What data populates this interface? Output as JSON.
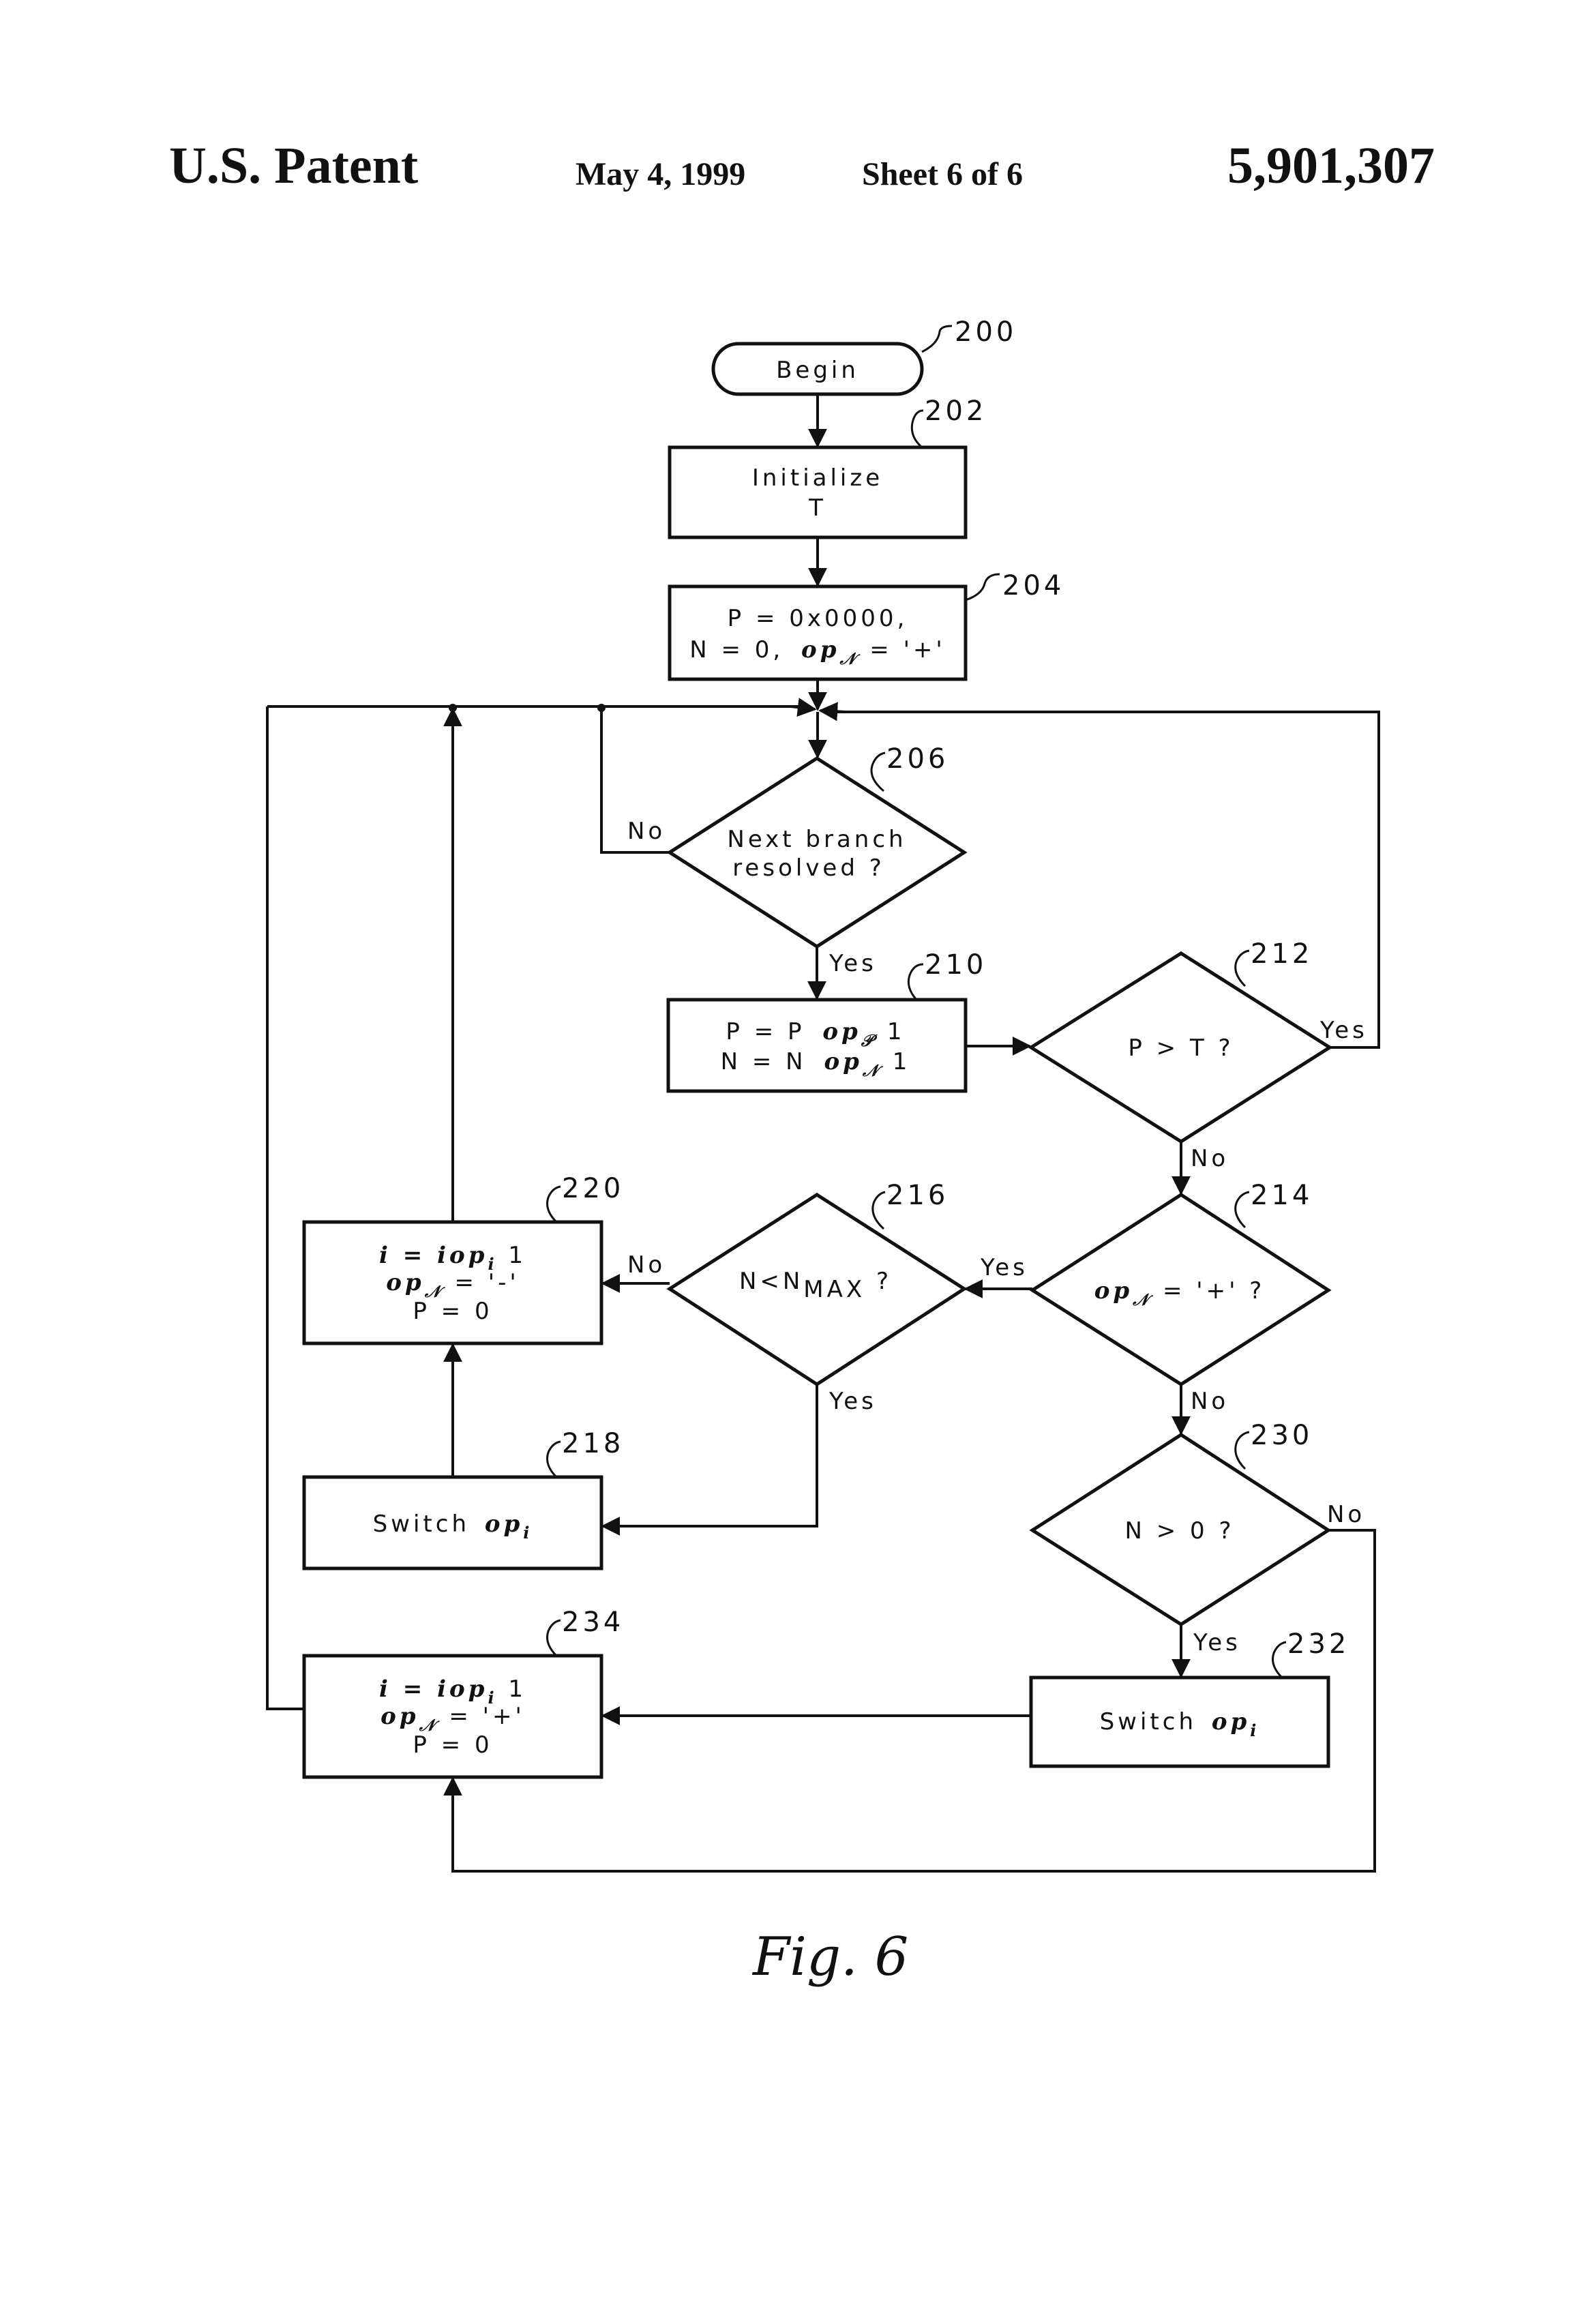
{
  "header": {
    "left": "U.S. Patent",
    "date": "May 4, 1999",
    "sheet": "Sheet 6 of 6",
    "number": "5,901,307"
  },
  "nodes": {
    "n200": {
      "ref": "200",
      "text": "Begin"
    },
    "n202": {
      "ref": "202",
      "line1": "Initialize",
      "line2": "T"
    },
    "n204": {
      "ref": "204",
      "line1": "P = 0x0000,",
      "line2a": "N = 0,",
      "line2b": "op",
      "line2sub": "𝒩",
      "line2c": " = '+'"
    },
    "n206": {
      "ref": "206",
      "line1": "Next branch",
      "line2": "resolved ?"
    },
    "n210": {
      "ref": "210",
      "line1a": "P = P",
      "line1b": "op",
      "line1sub": "𝒫",
      "line1c": " 1",
      "line2a": "N = N",
      "line2b": "op",
      "line2sub": "𝒩",
      "line2c": " 1"
    },
    "n212": {
      "ref": "212",
      "text": "P > T  ?"
    },
    "n214": {
      "ref": "214",
      "a": "op",
      "sub": "𝒩",
      "b": " = '+'  ?"
    },
    "n216": {
      "ref": "216",
      "a": "N<N",
      "sub": "MAX",
      "b": " ?"
    },
    "n220": {
      "ref": "220",
      "l1a": "i = i",
      "l1b": "op",
      "l1sub": "i",
      "l1c": " 1",
      "l2a": "op",
      "l2sub": "𝒩",
      "l2b": " = '-'",
      "l3": "P = 0"
    },
    "n218": {
      "ref": "218",
      "a": "Switch ",
      "b": "op",
      "sub": "i"
    },
    "n230": {
      "ref": "230",
      "text": "N > 0  ?"
    },
    "n232": {
      "ref": "232",
      "a": "Switch ",
      "b": "op",
      "sub": "i"
    },
    "n234": {
      "ref": "234",
      "l1a": "i = i",
      "l1b": "op",
      "l1sub": "i",
      "l1c": " 1",
      "l2a": "op",
      "l2sub": "𝒩",
      "l2b": " = '+'",
      "l3": "P = 0"
    }
  },
  "edge_labels": {
    "yes": "Yes",
    "no": "No"
  },
  "figure_label": "Fig.  6"
}
